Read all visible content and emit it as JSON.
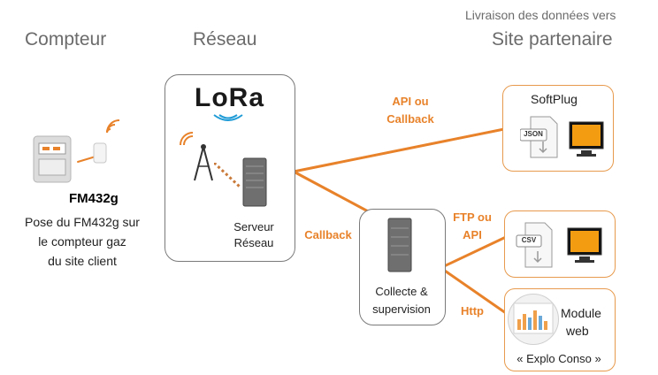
{
  "columns": {
    "compteur": "Compteur",
    "reseau": "Réseau",
    "livraison_sub": "Livraison des données vers",
    "livraison": "Site partenaire"
  },
  "device": {
    "name": "FM432g",
    "desc_line1": "Pose du FM432g sur",
    "desc_line2": "le compteur gaz",
    "desc_line3": "du site client"
  },
  "network": {
    "logo_text": "LoRa",
    "server_line1": "Serveur",
    "server_line2": "Réseau"
  },
  "links": {
    "api_callback_line1": "API ou",
    "api_callback_line2": "Callback",
    "callback": "Callback",
    "ftp_api_line1": "FTP ou",
    "ftp_api_line2": "API",
    "http": "Http"
  },
  "collecte": {
    "line1": "Collecte &",
    "line2": "supervision"
  },
  "partners": {
    "softplug": "SoftPlug",
    "json_tag": "JSON",
    "csv_tag": "CSV",
    "module_line1": "Module",
    "module_line2": "web",
    "module_line3": "« Explo Conso »"
  },
  "colors": {
    "accent": "#e8822a",
    "box_border": "#7a7a7a"
  }
}
